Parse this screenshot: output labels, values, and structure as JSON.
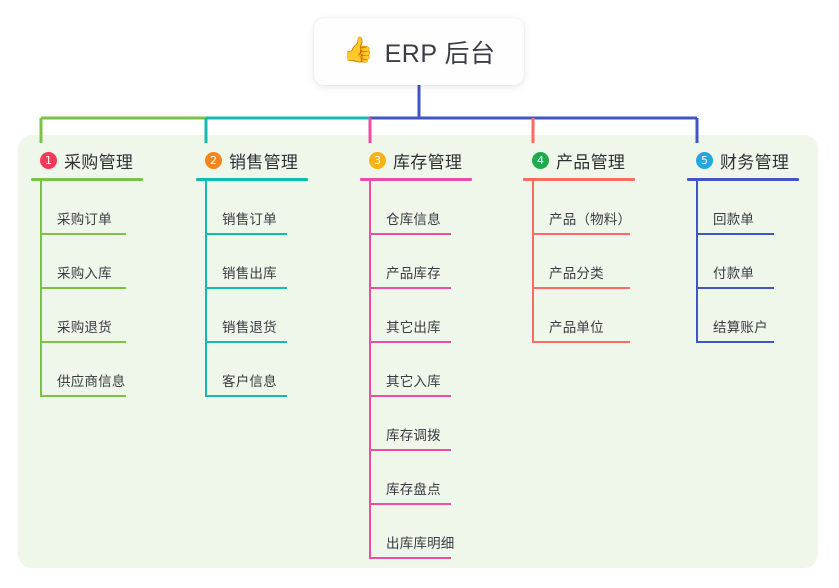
{
  "diagram": {
    "title": "ERP 后台 mindmap",
    "root": {
      "icon": "thumbs-up-icon",
      "icon_glyph": "👍",
      "label": "ERP 后台"
    },
    "panel_color": "#eef7e9",
    "bus_segments": [
      {
        "name": "segment-purchase-to-sales",
        "color": "#7dc243"
      },
      {
        "name": "segment-sales-to-inventory",
        "color": "#11bdad"
      },
      {
        "name": "segment-inventory-to-finance",
        "color": "#4155c4"
      }
    ],
    "branches": [
      {
        "number": "1",
        "title": "采购管理",
        "color": "#7dc243",
        "badge_color": "#ef3b57",
        "drop_color": "#7dc243",
        "rule_width": 112,
        "leaf_rule_width": 86,
        "items": [
          {
            "label": "采购订单"
          },
          {
            "label": "采购入库"
          },
          {
            "label": "采购退货"
          },
          {
            "label": "供应商信息"
          }
        ]
      },
      {
        "number": "2",
        "title": "销售管理",
        "color": "#11bdad",
        "badge_color": "#f5861f",
        "drop_color": "#11bdad",
        "rule_width": 112,
        "leaf_rule_width": 82,
        "items": [
          {
            "label": "销售订单"
          },
          {
            "label": "销售出库"
          },
          {
            "label": "销售退货"
          },
          {
            "label": "客户信息"
          }
        ]
      },
      {
        "number": "3",
        "title": "库存管理",
        "color": "#ea4fa5",
        "badge_color": "#f9b215",
        "drop_color": "#ea4fa5",
        "rule_width": 112,
        "leaf_rule_width": 82,
        "items": [
          {
            "label": "仓库信息"
          },
          {
            "label": "产品库存"
          },
          {
            "label": "其它出库"
          },
          {
            "label": "其它入库"
          },
          {
            "label": "库存调拨"
          },
          {
            "label": "库存盘点"
          },
          {
            "label": "出库库明细"
          }
        ]
      },
      {
        "number": "4",
        "title": "产品管理",
        "color": "#fa6b63",
        "badge_color": "#1faa4b",
        "drop_color": "#fa6b63",
        "rule_width": 112,
        "leaf_rule_width": 98,
        "items": [
          {
            "label": "产品（物料）"
          },
          {
            "label": "产品分类"
          },
          {
            "label": "产品单位"
          }
        ]
      },
      {
        "number": "5",
        "title": "财务管理",
        "color": "#4155c4",
        "badge_color": "#23a7e0",
        "drop_color": "#4155c4",
        "rule_width": 112,
        "leaf_rule_width": 78,
        "items": [
          {
            "label": "回款单"
          },
          {
            "label": "付款单"
          },
          {
            "label": "结算账户"
          }
        ]
      }
    ]
  }
}
